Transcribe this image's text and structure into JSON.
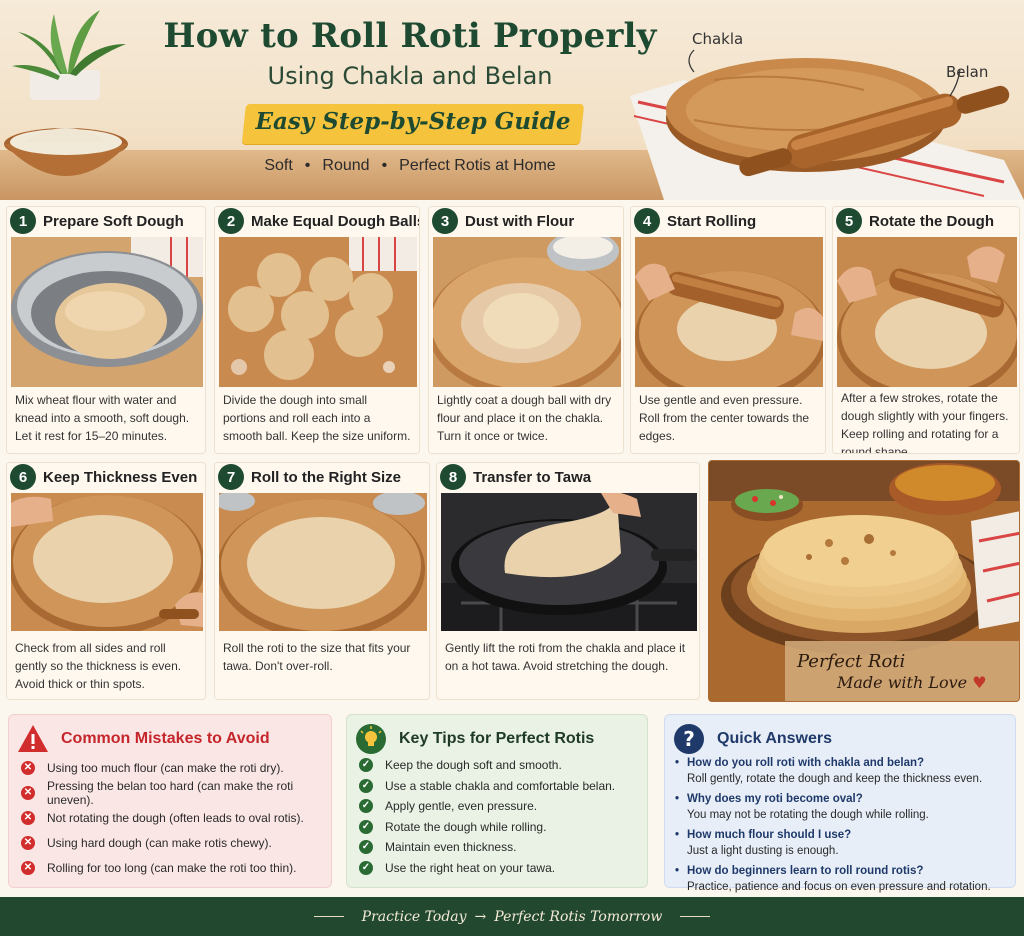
{
  "header": {
    "title": "How to Roll Roti Properly",
    "subtitle": "Using Chakla and Belan",
    "guide": "Easy Step-by-Step Guide",
    "tagline": [
      "Soft",
      "Round",
      "Perfect Rotis at Home"
    ],
    "label_chakla": "Chakla",
    "label_belan": "Belan"
  },
  "steps": [
    {
      "num": "1",
      "title": "Prepare Soft Dough",
      "desc": "Mix wheat flour with water and knead into a smooth, soft dough. Let it rest for 15–20 minutes."
    },
    {
      "num": "2",
      "title": "Make Equal Dough Balls",
      "desc": "Divide the dough into small portions and roll each into a smooth ball. Keep the size uniform."
    },
    {
      "num": "3",
      "title": "Dust with Flour",
      "desc": "Lightly coat a dough ball with dry flour and place it on the chakla. Turn it once or twice."
    },
    {
      "num": "4",
      "title": "Start Rolling",
      "desc": "Use gentle and even pressure. Roll from the center towards the edges."
    },
    {
      "num": "5",
      "title": "Rotate the Dough",
      "desc": "After a few strokes, rotate the dough slightly with your fingers. Keep rolling and rotating for a round shape."
    },
    {
      "num": "6",
      "title": "Keep Thickness Even",
      "desc": "Check from all sides and roll gently so the thickness is even. Avoid thick or thin spots."
    },
    {
      "num": "7",
      "title": "Roll to the Right Size",
      "desc": "Roll the roti to the size that fits your tawa. Don't over-roll."
    },
    {
      "num": "8",
      "title": "Transfer to Tawa",
      "desc": "Gently lift the roti from the chakla and place it on a hot tawa. Avoid stretching the dough."
    }
  ],
  "final_photo": {
    "line1": "Perfect Roti",
    "line2": "Made with Love"
  },
  "mistakes": {
    "title": "Common Mistakes to Avoid",
    "items": [
      "Using too much flour (can make the roti dry).",
      "Pressing the belan too hard (can make the roti uneven).",
      "Not rotating the dough (often leads to oval rotis).",
      "Using hard dough (can make rotis chewy).",
      "Rolling for too long (can make the roti too thin)."
    ]
  },
  "tips": {
    "title": "Key Tips for Perfect Rotis",
    "items": [
      "Keep the dough soft and smooth.",
      "Use a stable chakla and comfortable belan.",
      "Apply gentle, even pressure.",
      "Rotate the dough while rolling.",
      "Maintain even thickness.",
      "Use the right heat on your tawa."
    ]
  },
  "answers": {
    "title": "Quick Answers",
    "items": [
      {
        "q": "How do you roll roti with chakla and belan?",
        "a": "Roll gently, rotate the dough and keep the thickness even."
      },
      {
        "q": "Why does my roti become oval?",
        "a": "You may not be rotating the dough while rolling."
      },
      {
        "q": "How much flour should I use?",
        "a": "Just a light dusting is enough."
      },
      {
        "q": "How do beginners learn to roll round rotis?",
        "a": "Practice, patience and focus on even pressure and rotation."
      }
    ]
  },
  "footer": {
    "left": "Practice Today",
    "arrow": "→",
    "right": "Perfect Rotis Tomorrow"
  },
  "colors": {
    "brand_green": "#1f4a32",
    "banner_yellow": "#f5c43c",
    "mistake_red": "#d12d2d",
    "tip_green": "#2a6b33",
    "answer_blue": "#1f3a6a"
  }
}
